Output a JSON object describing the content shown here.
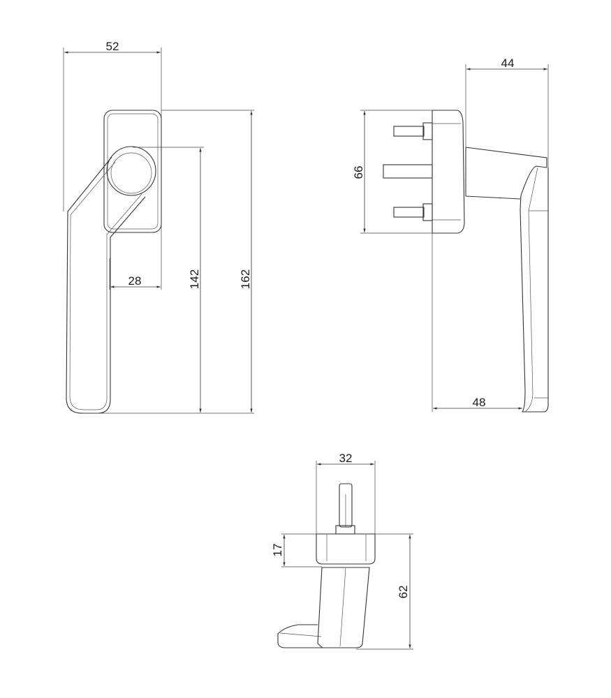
{
  "drawing": {
    "subject": "window handle technical drawing",
    "views": {
      "front": {
        "dimensions": {
          "width_total": "52",
          "grip_offset": "28",
          "spindle_height": "142",
          "overall_height": "162"
        }
      },
      "side": {
        "dimensions": {
          "projection_top": "44",
          "rosette_height": "66",
          "projection_bottom": "48"
        }
      },
      "bottom": {
        "dimensions": {
          "rosette_width": "32",
          "rosette_depth": "17",
          "overall_depth": "62"
        }
      }
    },
    "colors": {
      "line": "#333333",
      "background": "#ffffff"
    }
  }
}
